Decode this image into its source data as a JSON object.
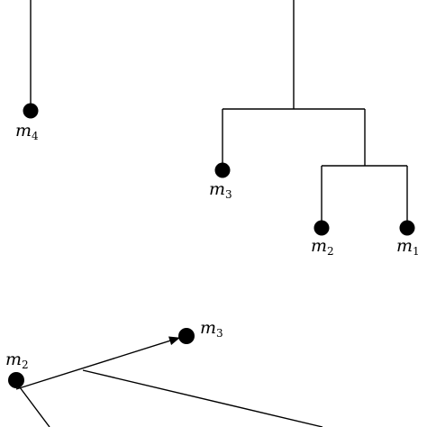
{
  "dendrogram": {
    "leaves": [
      {
        "id": "m4",
        "base": "m",
        "sub": "4"
      },
      {
        "id": "m3",
        "base": "m",
        "sub": "3"
      },
      {
        "id": "m2",
        "base": "m",
        "sub": "2"
      },
      {
        "id": "m1",
        "base": "m",
        "sub": "1"
      }
    ]
  },
  "graph": {
    "nodes": [
      {
        "id": "m2",
        "base": "m",
        "sub": "2"
      },
      {
        "id": "m3",
        "base": "m",
        "sub": "3"
      }
    ]
  },
  "colors": {
    "ink": "#000000",
    "background": "#ffffff"
  }
}
